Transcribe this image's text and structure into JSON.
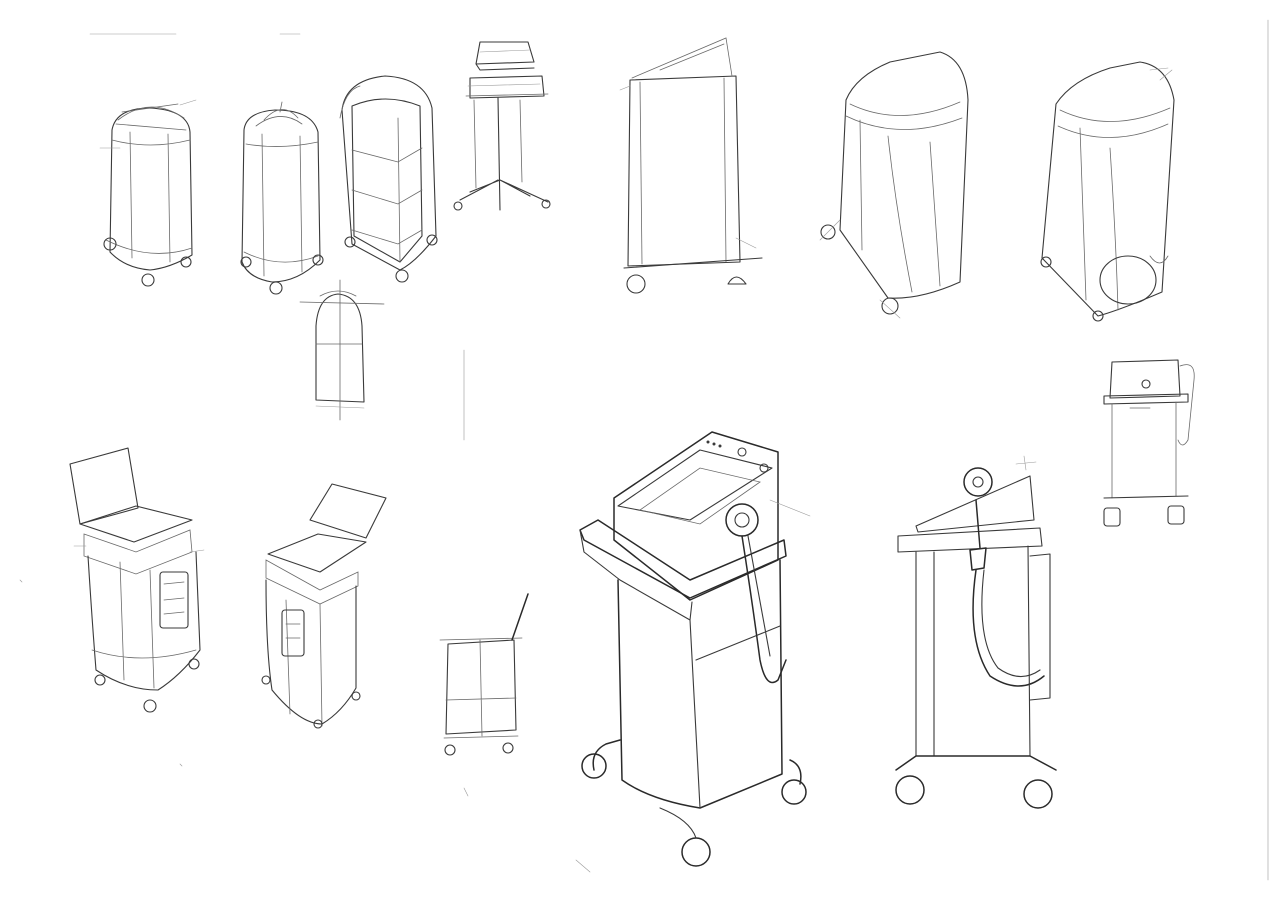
{
  "sheet": {
    "paper_color": "#ffffff",
    "ink_color": "#3a3a3a",
    "sketches": [
      {
        "id": "cart-arch-handle",
        "icon": "sketch-icon"
      },
      {
        "id": "cart-handle-top",
        "icon": "sketch-icon"
      },
      {
        "id": "cart-open-shelves",
        "icon": "sketch-icon"
      },
      {
        "id": "stand-tray-pole",
        "icon": "sketch-icon"
      },
      {
        "id": "cart-front-elevation",
        "icon": "sketch-icon"
      },
      {
        "id": "cart-box-tall",
        "icon": "sketch-icon"
      },
      {
        "id": "cart-slanted-top",
        "icon": "sketch-icon"
      },
      {
        "id": "cart-rounded-wedge",
        "icon": "sketch-icon"
      },
      {
        "id": "cart-small-console",
        "icon": "sketch-icon"
      },
      {
        "id": "cart-lid-open-a",
        "icon": "sketch-icon"
      },
      {
        "id": "cart-lid-open-b",
        "icon": "sketch-icon"
      },
      {
        "id": "cart-mini",
        "icon": "sketch-icon"
      },
      {
        "id": "cart-hero-hose",
        "icon": "sketch-icon"
      },
      {
        "id": "cart-side-hose",
        "icon": "sketch-icon"
      },
      {
        "id": "cart-compact-front",
        "icon": "sketch-icon"
      }
    ]
  }
}
